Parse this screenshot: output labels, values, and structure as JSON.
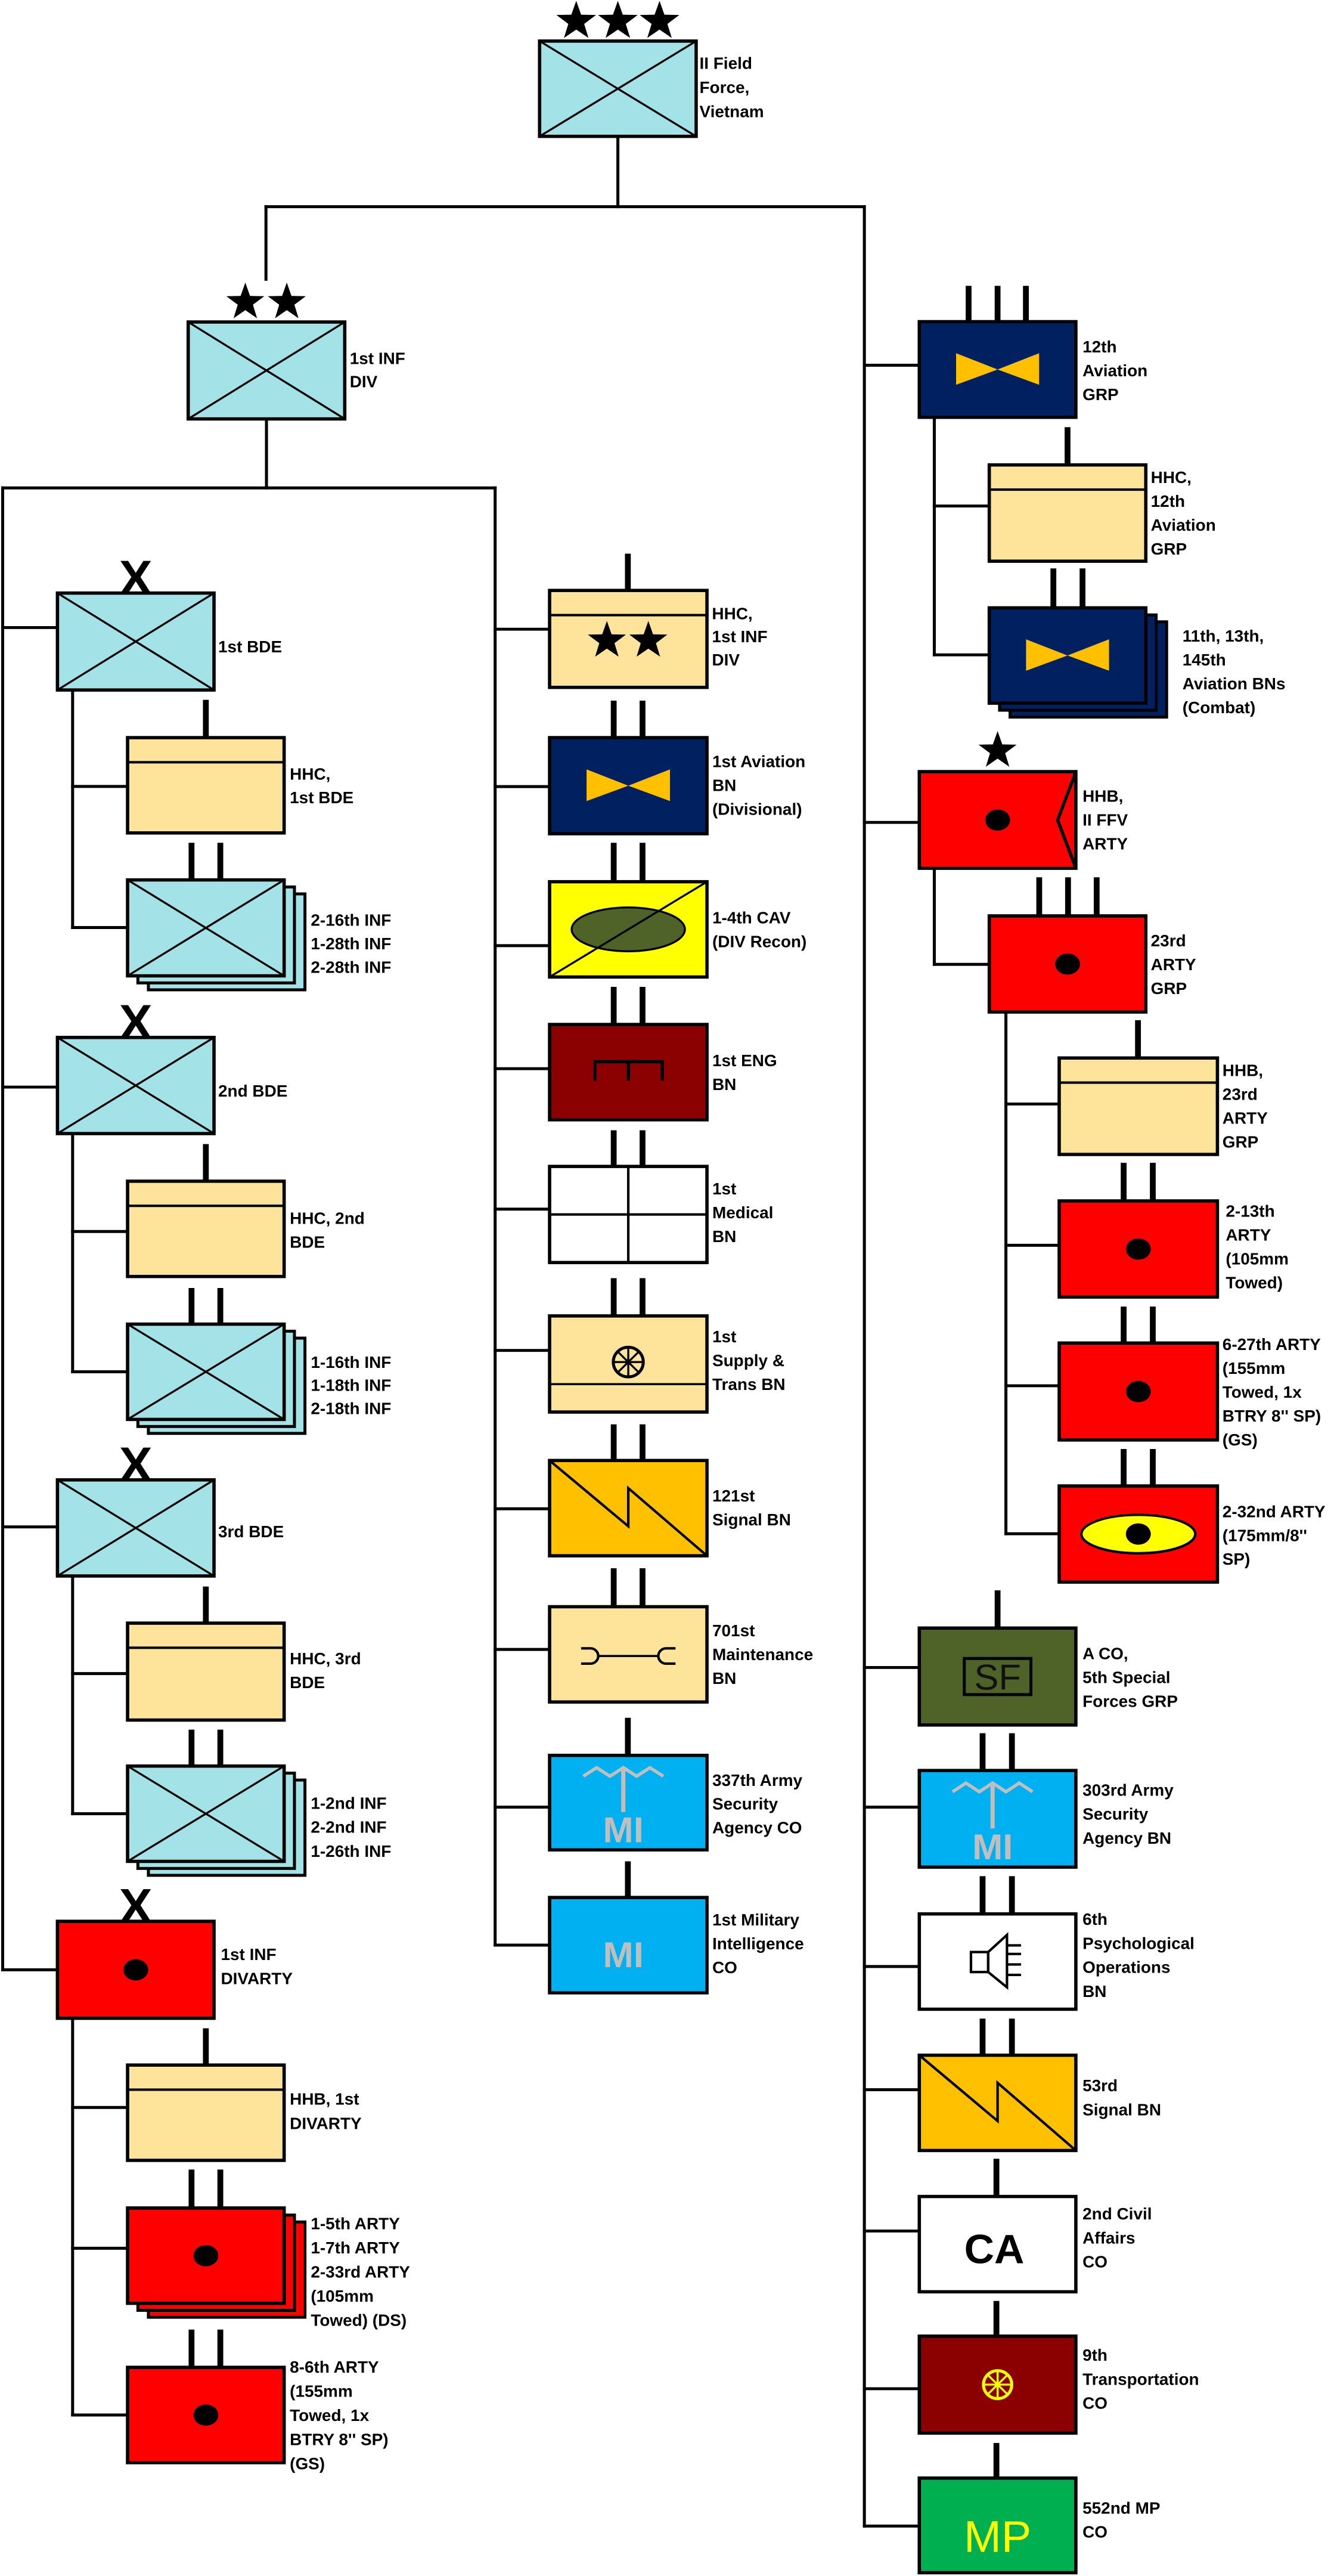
{
  "title": "II Field Force, Vietnam organization chart",
  "colors": {
    "infantry": "#a3e2e6",
    "hq": "#fee39b",
    "aviation": "#002060",
    "aviation_symbol": "#ffc000",
    "cavalry": "#ffff00",
    "cavalry_symbol": "#4f6228",
    "engineer": "#8b0000",
    "medical": "#ffffff",
    "signal": "#ffc000",
    "mi": "#00b0f0",
    "mi_symbol": "#bfbfbf",
    "artillery": "#ff0000",
    "artillery_ellipse": "#ffff00",
    "sf": "#4f6228",
    "psyops": "#ffffff",
    "ca": "#ffffff",
    "transport": "#8b0000",
    "transport_symbol": "#ffff00",
    "mp": "#00b050",
    "mp_symbol": "#ffff00",
    "line": "#000000"
  },
  "units": [
    {
      "id": "iiffv",
      "type": "infantry",
      "stars": 3,
      "label": [
        "II Field",
        "Force,",
        "Vietnam"
      ]
    },
    {
      "id": "div1",
      "type": "infantry",
      "stars": 2,
      "label": [
        "1st INF",
        "DIV"
      ]
    },
    {
      "id": "bde1",
      "type": "infantry",
      "echelon": "X",
      "label": [
        "1st BDE"
      ]
    },
    {
      "id": "hhc_bde1",
      "type": "hq",
      "label": [
        "HHC,",
        "1st BDE"
      ]
    },
    {
      "id": "bns_bde1",
      "type": "infantry",
      "stacked": true,
      "label": [
        "2-16th INF",
        "1-28th INF",
        "2-28th INF"
      ]
    },
    {
      "id": "bde2",
      "type": "infantry",
      "echelon": "X",
      "label": [
        "2nd BDE"
      ]
    },
    {
      "id": "hhc_bde2",
      "type": "hq",
      "label": [
        "HHC, 2nd",
        "BDE"
      ]
    },
    {
      "id": "bns_bde2",
      "type": "infantry",
      "stacked": true,
      "label": [
        "1-16th INF",
        "1-18th INF",
        "2-18th INF"
      ]
    },
    {
      "id": "bde3",
      "type": "infantry",
      "echelon": "X",
      "label": [
        "3rd BDE"
      ]
    },
    {
      "id": "hhc_bde3",
      "type": "hq",
      "label": [
        "HHC, 3rd",
        "BDE"
      ]
    },
    {
      "id": "bns_bde3",
      "type": "infantry",
      "stacked": true,
      "label": [
        "1-2nd INF",
        "2-2nd INF",
        "1-26th INF"
      ]
    },
    {
      "id": "divarty",
      "type": "artillery",
      "echelon": "X",
      "label": [
        "1st INF",
        "DIVARTY"
      ]
    },
    {
      "id": "hhb_divarty",
      "type": "hq",
      "label": [
        "HHB, 1st",
        "DIVARTY"
      ]
    },
    {
      "id": "ds_arty",
      "type": "artillery",
      "stacked": true,
      "label": [
        "1-5th ARTY",
        "1-7th ARTY",
        "2-33rd ARTY",
        "(105mm",
        "Towed) (DS)"
      ]
    },
    {
      "id": "gs_arty",
      "type": "artillery",
      "label": [
        "8-6th ARTY",
        "(155mm",
        "Towed, 1x",
        "BTRY 8'' SP)",
        "(GS)"
      ]
    },
    {
      "id": "hhc_div",
      "type": "hq",
      "inner_stars": 2,
      "label": [
        "HHC,",
        "1st INF",
        "DIV"
      ]
    },
    {
      "id": "avn1",
      "type": "aviation",
      "label": [
        "1st Aviation",
        "BN",
        "(Divisional)"
      ]
    },
    {
      "id": "cav",
      "type": "cavalry",
      "label": [
        "1-4th CAV",
        "(DIV Recon)"
      ]
    },
    {
      "id": "eng",
      "type": "engineer",
      "label": [
        "1st ENG",
        "BN"
      ]
    },
    {
      "id": "med",
      "type": "medical",
      "label": [
        "1st",
        "Medical",
        "BN"
      ]
    },
    {
      "id": "sup",
      "type": "supply",
      "label": [
        "1st",
        "Supply &",
        "Trans BN"
      ]
    },
    {
      "id": "sig121",
      "type": "signal",
      "label": [
        "121st",
        "Signal BN"
      ]
    },
    {
      "id": "maint",
      "type": "maintenance",
      "label": [
        "701st",
        "Maintenance",
        "BN"
      ]
    },
    {
      "id": "asa337",
      "type": "mi",
      "antenna": true,
      "symbol_text": "MI",
      "label": [
        "337th Army",
        "Security",
        "Agency CO"
      ]
    },
    {
      "id": "mi1",
      "type": "mi",
      "symbol_text": "MI",
      "label": [
        "1st Military",
        "Intelligence",
        "CO"
      ]
    },
    {
      "id": "avgrp12",
      "type": "aviation",
      "label": [
        "12th",
        "Aviation",
        "GRP"
      ]
    },
    {
      "id": "hhc_avgrp",
      "type": "hq",
      "label": [
        "HHC,",
        "12th",
        "Aviation",
        "GRP"
      ]
    },
    {
      "id": "avbns",
      "type": "aviation",
      "stacked": true,
      "label": [
        "11th, 13th,",
        "145th",
        "Aviation BNs",
        "(Combat)"
      ]
    },
    {
      "id": "hhb_ffv",
      "type": "artillery",
      "flag": true,
      "stars": 1,
      "label": [
        "HHB,",
        "II FFV",
        "ARTY"
      ]
    },
    {
      "id": "artygrp23",
      "type": "artillery",
      "label": [
        "23rd",
        "ARTY",
        "GRP"
      ]
    },
    {
      "id": "hhb_23",
      "type": "hq",
      "label": [
        "HHB,",
        "23rd",
        "ARTY",
        "GRP"
      ]
    },
    {
      "id": "a213",
      "type": "artillery",
      "label": [
        "2-13th",
        "ARTY",
        "(105mm",
        "Towed)"
      ]
    },
    {
      "id": "a627",
      "type": "artillery",
      "label": [
        "6-27th ARTY",
        "(155mm",
        "Towed, 1x",
        "BTRY 8'' SP)",
        "(GS)"
      ]
    },
    {
      "id": "a232",
      "type": "artillery",
      "ellipse": true,
      "label": [
        "2-32nd ARTY",
        "(175mm/8''",
        "SP)"
      ]
    },
    {
      "id": "sf",
      "type": "sf",
      "symbol_text": "SF",
      "label": [
        "A CO,",
        "5th Special",
        "Forces GRP"
      ]
    },
    {
      "id": "asa303",
      "type": "mi",
      "antenna": true,
      "symbol_text": "MI",
      "label": [
        "303rd Army",
        "Security",
        "Agency BN"
      ]
    },
    {
      "id": "psy",
      "type": "psyops",
      "label": [
        "6th",
        "Psychological",
        "Operations",
        "BN"
      ]
    },
    {
      "id": "sig53",
      "type": "signal",
      "label": [
        "53rd",
        "Signal BN"
      ]
    },
    {
      "id": "ca",
      "type": "ca",
      "symbol_text": "CA",
      "label": [
        "2nd Civil",
        "Affairs",
        "CO"
      ]
    },
    {
      "id": "trans",
      "type": "transport",
      "label": [
        "9th",
        "Transportation",
        "CO"
      ]
    },
    {
      "id": "mp",
      "type": "mp",
      "symbol_text": "MP",
      "label": [
        "552nd MP",
        "CO"
      ]
    }
  ]
}
